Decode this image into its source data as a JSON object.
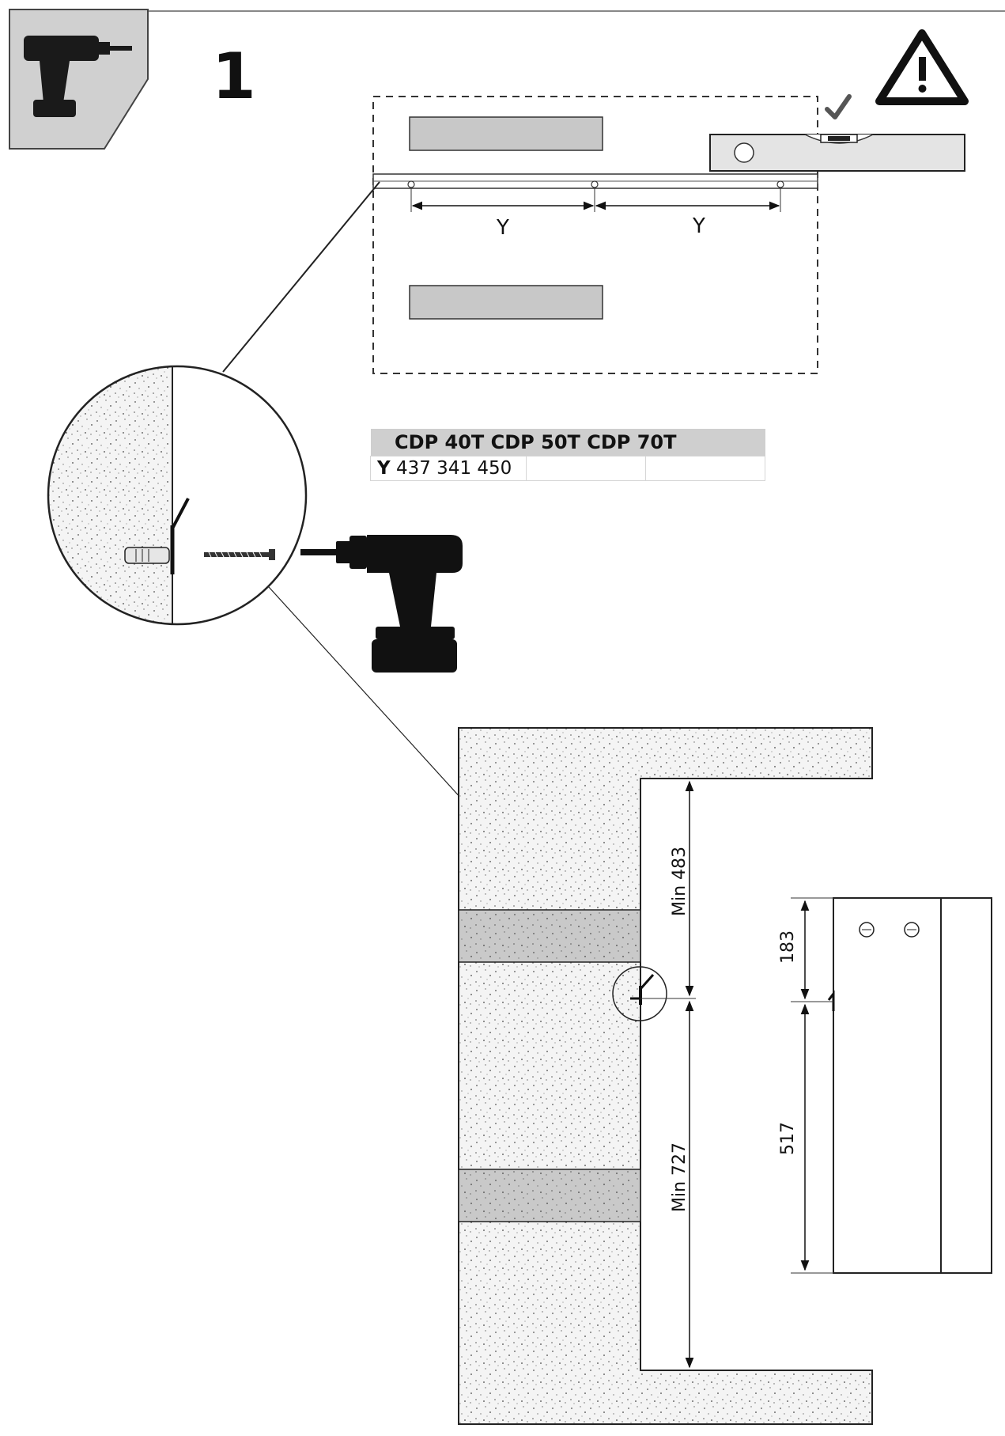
{
  "step": {
    "number": "1",
    "tool_icon": "cordless-drill-icon",
    "warning_icon": "warning-triangle-icon"
  },
  "top_detail": {
    "dimension_left": "Y",
    "dimension_right": "Y",
    "level_check_icon": "checkmark-icon"
  },
  "spec_table": {
    "header": "CDP 40T CDP 50T CDP 70T",
    "row_label": "Y",
    "row_values": "437 341 450"
  },
  "section_view": {
    "dim_top": "Min 483",
    "dim_bottom": "Min 727",
    "side_dim_top": "183",
    "side_dim_bottom": "517"
  }
}
